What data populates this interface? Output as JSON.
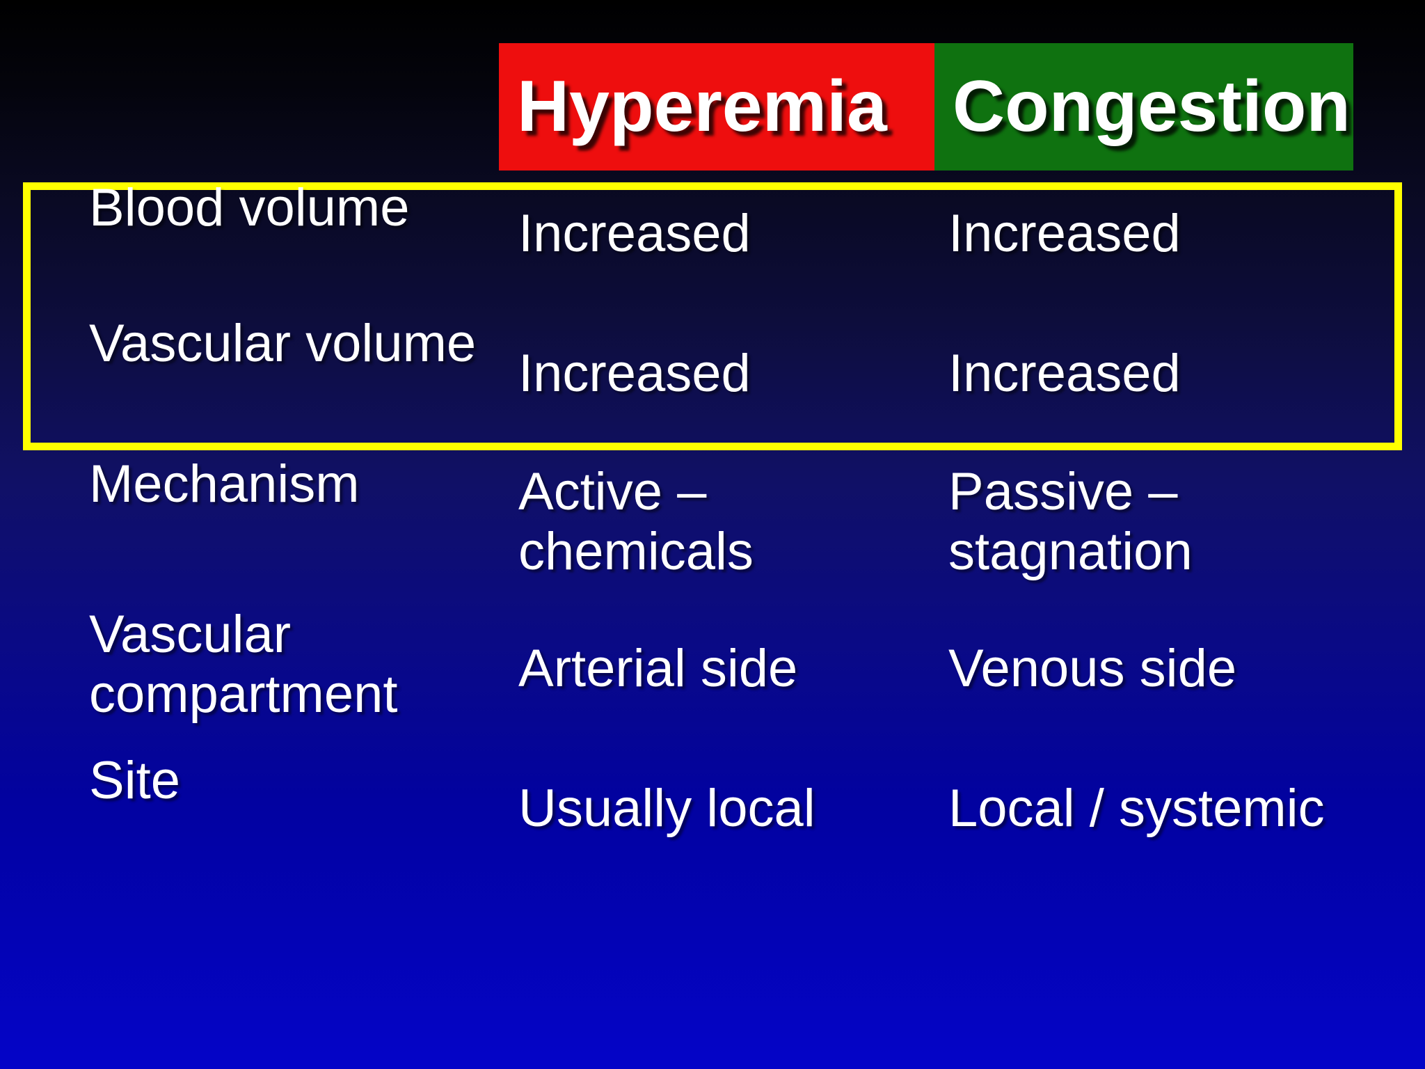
{
  "slide": {
    "columns": [
      {
        "label": "Hyperemia",
        "color": "#ee0e0e"
      },
      {
        "label": "Congestion",
        "color": "#0f7210"
      }
    ],
    "rows": [
      {
        "label": "Blood volume",
        "hyperemia": "Increased",
        "congestion": "Increased",
        "highlighted": true
      },
      {
        "label": "Vascular volume",
        "hyperemia": "Increased",
        "congestion": "Increased",
        "highlighted": true
      },
      {
        "label": "Mechanism",
        "hyperemia": "Active – chemicals",
        "congestion": "Passive – stagnation",
        "highlighted": false
      },
      {
        "label": "Vascular compartment",
        "hyperemia": "Arterial side",
        "congestion": "Venous side",
        "highlighted": false
      },
      {
        "label": "Site",
        "hyperemia": "Usually local",
        "congestion": "Local / systemic",
        "highlighted": false
      }
    ],
    "highlight_border_color": "#ffff00",
    "text_color": "#ffffff",
    "background_top_color": "#000000",
    "background_bottom_color": "#0404c8"
  }
}
